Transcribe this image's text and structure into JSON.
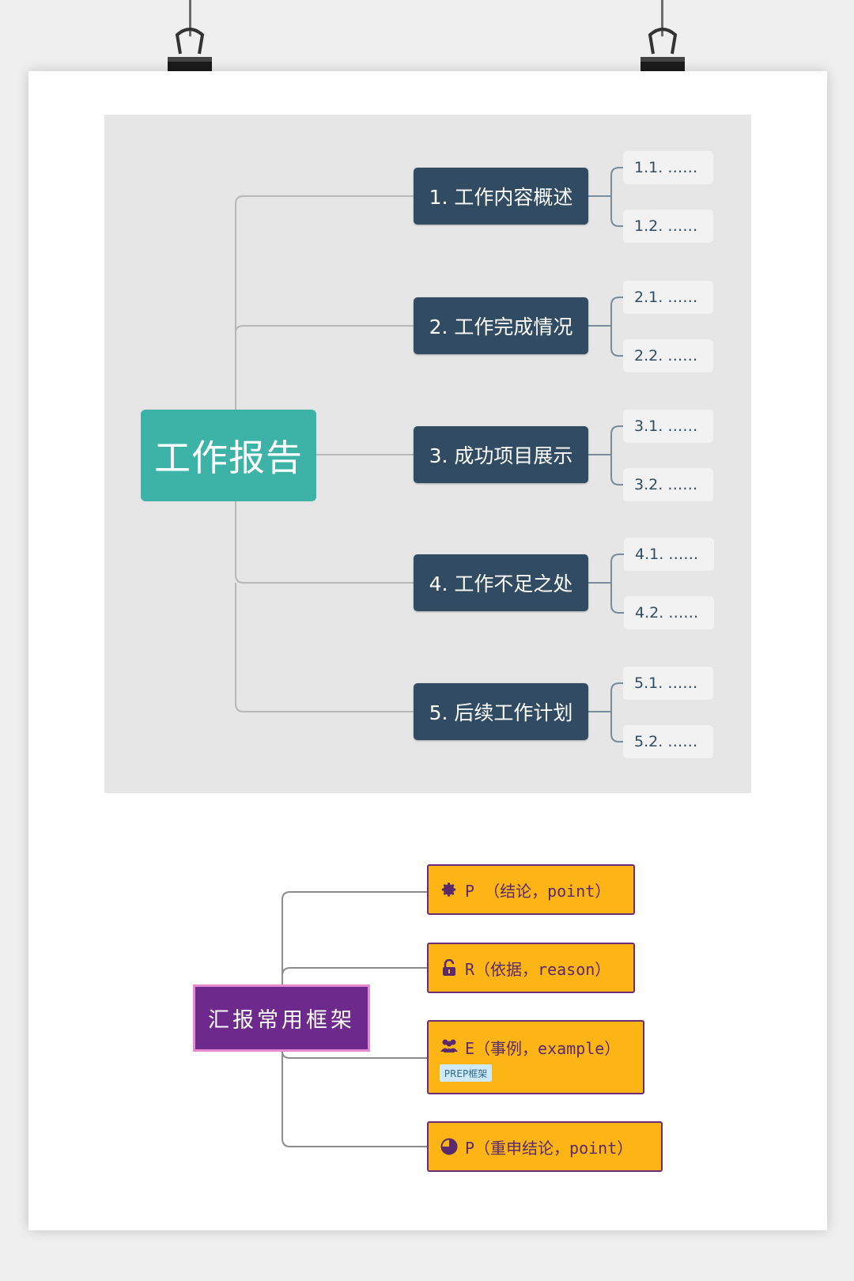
{
  "work_report": {
    "root": "工作报告",
    "branches": [
      {
        "label": "1. 工作内容概述",
        "leaves": [
          "1.1. ……",
          "1.2. ……"
        ]
      },
      {
        "label": "2. 工作完成情况",
        "leaves": [
          "2.1. ……",
          "2.2. ……"
        ]
      },
      {
        "label": "3. 成功项目展示",
        "leaves": [
          "3.1. ……",
          "3.2. ……"
        ]
      },
      {
        "label": "4. 工作不足之处",
        "leaves": [
          "4.1. ……",
          "4.2. ……"
        ]
      },
      {
        "label": "5. 后续工作计划",
        "leaves": [
          "5.1. ……",
          "5.2. ……"
        ]
      }
    ]
  },
  "prep": {
    "root": "汇报常用框架",
    "nodes": [
      {
        "icon": "gear-icon",
        "label": "P （结论，point）"
      },
      {
        "icon": "unlock-icon",
        "label": "R（依据，reason）"
      },
      {
        "icon": "users-icon",
        "label": "E（事例，example）",
        "tag": "PREP框架"
      },
      {
        "icon": "pie-chart-icon",
        "label": "P（重申结论，point）"
      }
    ]
  },
  "colors": {
    "root_teal": "#3db2a6",
    "branch_navy": "#304b62",
    "prep_root_purple": "#6d2a8c",
    "prep_node_orange": "#fdb515"
  }
}
